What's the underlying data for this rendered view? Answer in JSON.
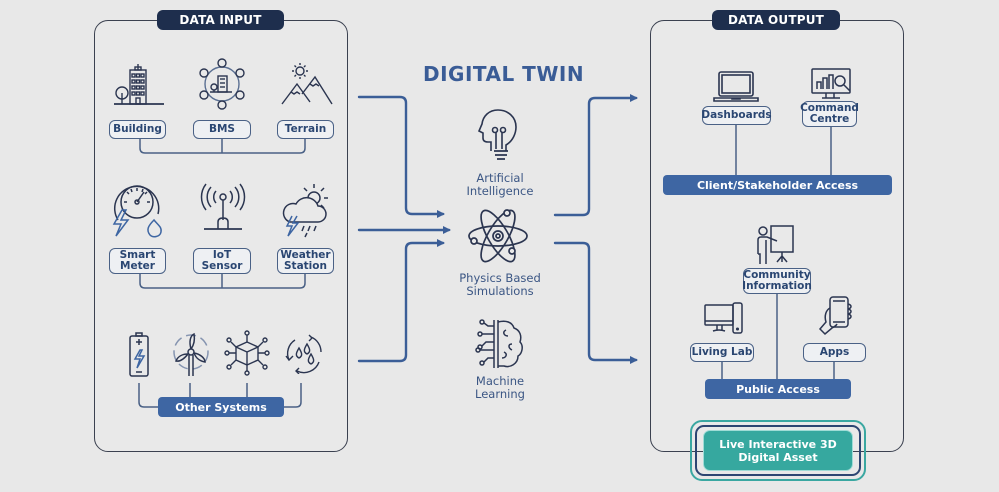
{
  "title": "DIGITAL TWIN",
  "colors": {
    "background": "#e8e8e8",
    "navy": "#1e2e4d",
    "accent_blue": "#3e66a3",
    "text_blue": "#2a4672",
    "teal": "#36a89f"
  },
  "data_input": {
    "header": "DATA INPUT",
    "row1": [
      {
        "label": "Building",
        "icon": "building-icon"
      },
      {
        "label": "BMS",
        "icon": "bms-network-icon"
      },
      {
        "label": "Terrain",
        "icon": "mountain-sun-icon"
      }
    ],
    "row2": [
      {
        "label": "Smart\nMeter",
        "icon": "smart-meter-icon"
      },
      {
        "label": "IoT\nSensor",
        "icon": "iot-antenna-icon"
      },
      {
        "label": "Weather\nStation",
        "icon": "storm-cloud-icon"
      }
    ],
    "row3": {
      "label": "Other Systems",
      "icons": [
        "battery-icon",
        "wind-turbine-icon",
        "cube-network-icon",
        "water-cycle-icon"
      ]
    }
  },
  "core": {
    "items": [
      {
        "label": "Artificial\nIntelligence",
        "icon": "head-lightbulb-icon"
      },
      {
        "label": "Physics Based\nSimulations",
        "icon": "atom-icon"
      },
      {
        "label": "Machine\nLearning",
        "icon": "brain-circuit-icon"
      }
    ]
  },
  "data_output": {
    "header": "DATA OUTPUT",
    "client": {
      "items": [
        {
          "label": "Dashboards",
          "icon": "laptop-icon"
        },
        {
          "label": "Command\nCentre",
          "icon": "monitor-chart-icon"
        }
      ],
      "bar": "Client/Stakeholder Access"
    },
    "public": {
      "items": [
        {
          "label": "Community\nInformation",
          "icon": "presenter-icon"
        },
        {
          "label": "Living Lab",
          "icon": "desktop-tablet-icon"
        },
        {
          "label": "Apps",
          "icon": "phone-hand-icon"
        }
      ],
      "bar": "Public Access"
    },
    "asset": "Live Interactive 3D\nDigital Asset"
  }
}
